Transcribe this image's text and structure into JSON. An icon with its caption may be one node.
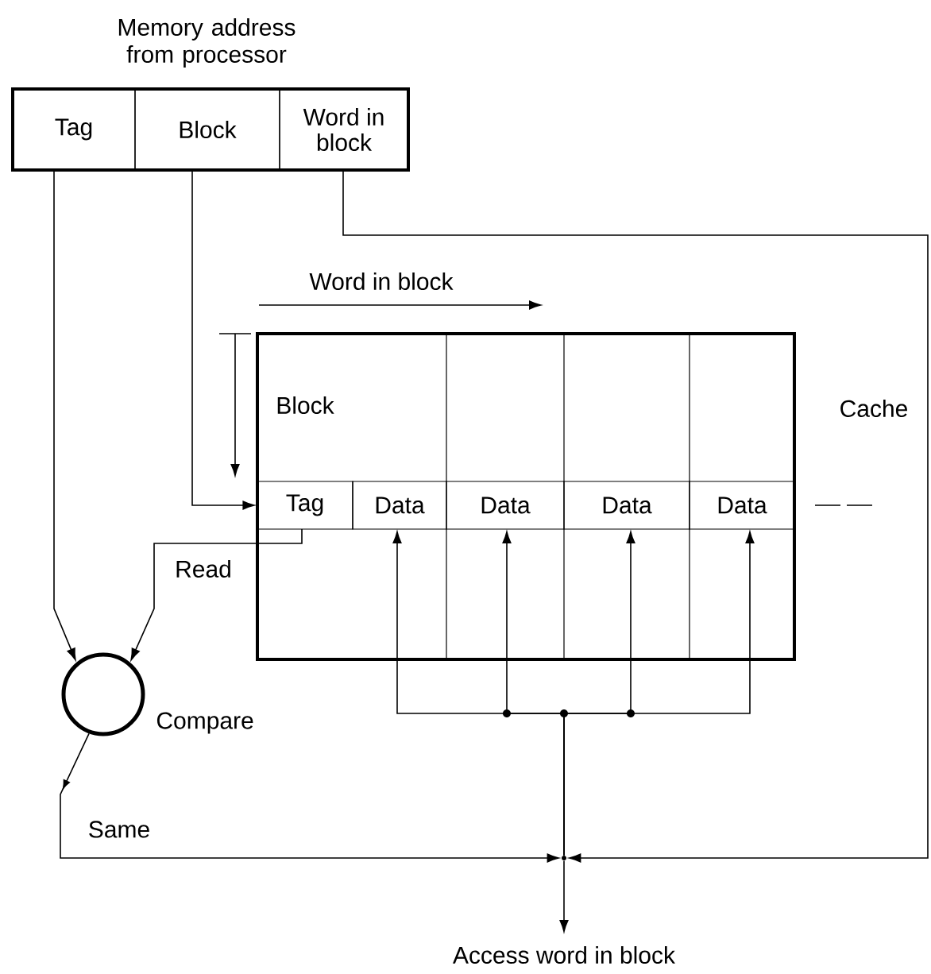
{
  "diagram": {
    "nodes": [
      {
        "text": [
          "Memory address from processor"
        ]
      },
      {
        "text": [
          "Tag"
        ],
        "in": 0
      },
      {
        "text": [
          "Block"
        ],
        "in": 0
      },
      {
        "text": [
          "Word in block"
        ],
        "in": 0
      },
      {
        "text": [
          "Cache"
        ]
      },
      {
        "text": [
          "Tag"
        ],
        "in": 4
      },
      {
        "text": [
          "Data"
        ],
        "in": 4
      },
      {
        "text": [
          "Data"
        ],
        "in": 4
      },
      {
        "text": [
          "Data"
        ],
        "in": 4
      },
      {
        "text": [
          "Data"
        ],
        "in": 4
      },
      {
        "text": [],
        "shape": "circle",
        "beside": [
          "Compare"
        ]
      },
      {
        "text": [
          "Access word in block"
        ]
      },
      {
        "text": [],
        "shape": "point"
      }
    ],
    "edges": [
      {
        "from": 1,
        "to": 10,
        "arrow": "to"
      },
      {
        "from": 2,
        "to": 5,
        "arrow": "to"
      },
      {
        "from": 3,
        "to": 12,
        "arrow": "to"
      },
      {
        "from": 5,
        "to": 10,
        "arrow": "to",
        "label": "Read"
      },
      {
        "from": 12,
        "to": 6,
        "arrow": "to"
      },
      {
        "from": 12,
        "to": 7,
        "arrow": "to"
      },
      {
        "from": 12,
        "to": 8,
        "arrow": "to"
      },
      {
        "from": 12,
        "to": 9,
        "arrow": "to"
      },
      {
        "from": 10,
        "to": 12,
        "arrow": "to",
        "label": "Same"
      },
      {
        "from": 12,
        "to": 11,
        "arrow": "to"
      }
    ],
    "labels": [
      "Word in block",
      "Block"
    ]
  }
}
